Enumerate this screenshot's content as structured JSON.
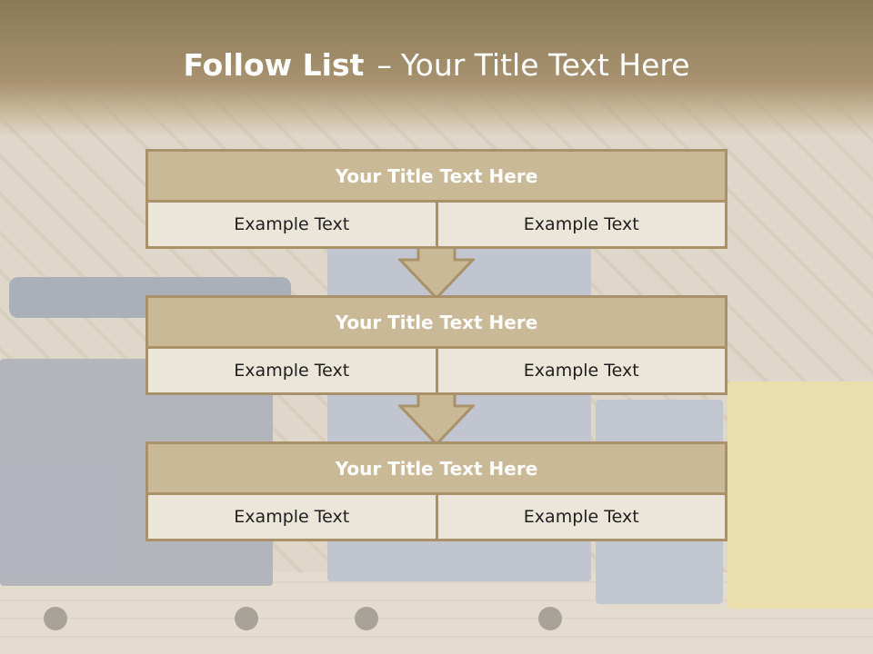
{
  "title": {
    "bold": "Follow List",
    "dash": "–",
    "rest": "Your Title Text Here"
  },
  "steps": [
    {
      "header": "Your Title Text Here",
      "left": "Example Text",
      "right": "Example Text"
    },
    {
      "header": "Your Title Text Here",
      "left": "Example Text",
      "right": "Example Text"
    },
    {
      "header": "Your Title Text Here",
      "left": "Example Text",
      "right": "Example Text"
    }
  ],
  "colors": {
    "accent": "#a9926a",
    "header_fill": "#c9b996",
    "cell_fill": "#ece5da"
  }
}
